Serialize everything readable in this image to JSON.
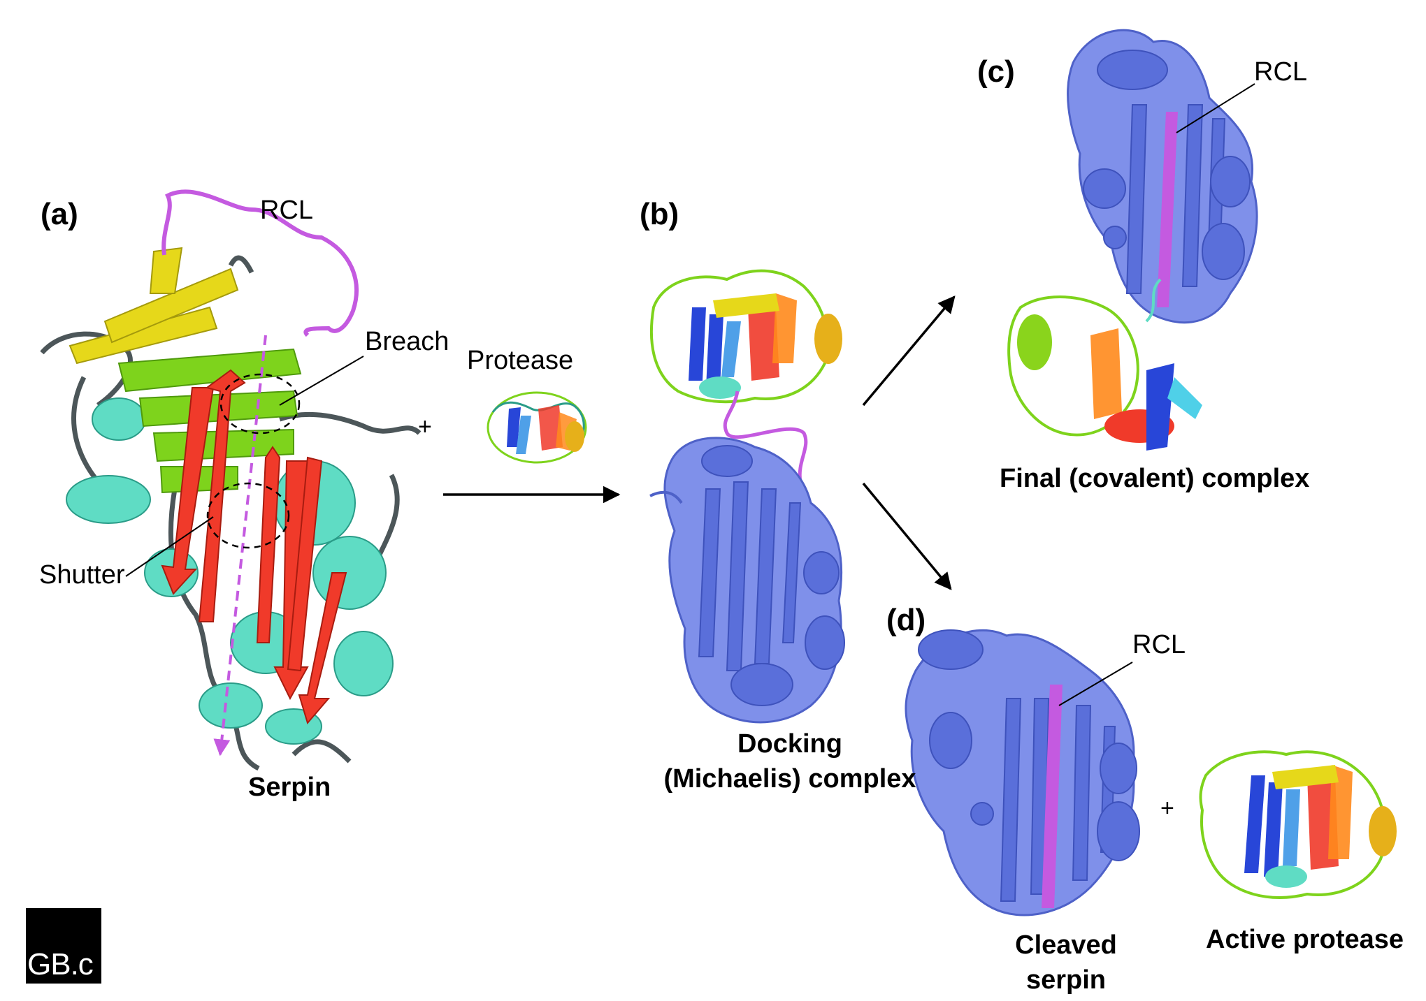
{
  "panels": {
    "a": {
      "letter": "(a)",
      "rcl": "RCL",
      "breach": "Breach",
      "shutter": "Shutter",
      "caption": "Serpin"
    },
    "protease": {
      "label": "Protease",
      "plus": "+"
    },
    "b": {
      "letter": "(b)",
      "caption_line1": "Docking",
      "caption_line2": "(Michaelis) complex"
    },
    "c": {
      "letter": "(c)",
      "rcl": "RCL",
      "caption": "Final (covalent) complex"
    },
    "d": {
      "letter": "(d)",
      "rcl": "RCL",
      "caption_cleaved_1": "Cleaved",
      "caption_cleaved_2": "serpin",
      "plus": "+",
      "caption_active": "Active protease"
    }
  },
  "logo": {
    "text": "GB.c"
  },
  "colors": {
    "serpin_blue": "#6a7fe0",
    "rcl_magenta": "#c45ae0",
    "sheet_red": "#f03a2a",
    "sheet_green": "#7ed31c",
    "sheet_yellow": "#e6d81a",
    "helix_cyan": "#5fdcc4",
    "coil_gray": "#4c5659",
    "arrow_black": "#000000"
  }
}
